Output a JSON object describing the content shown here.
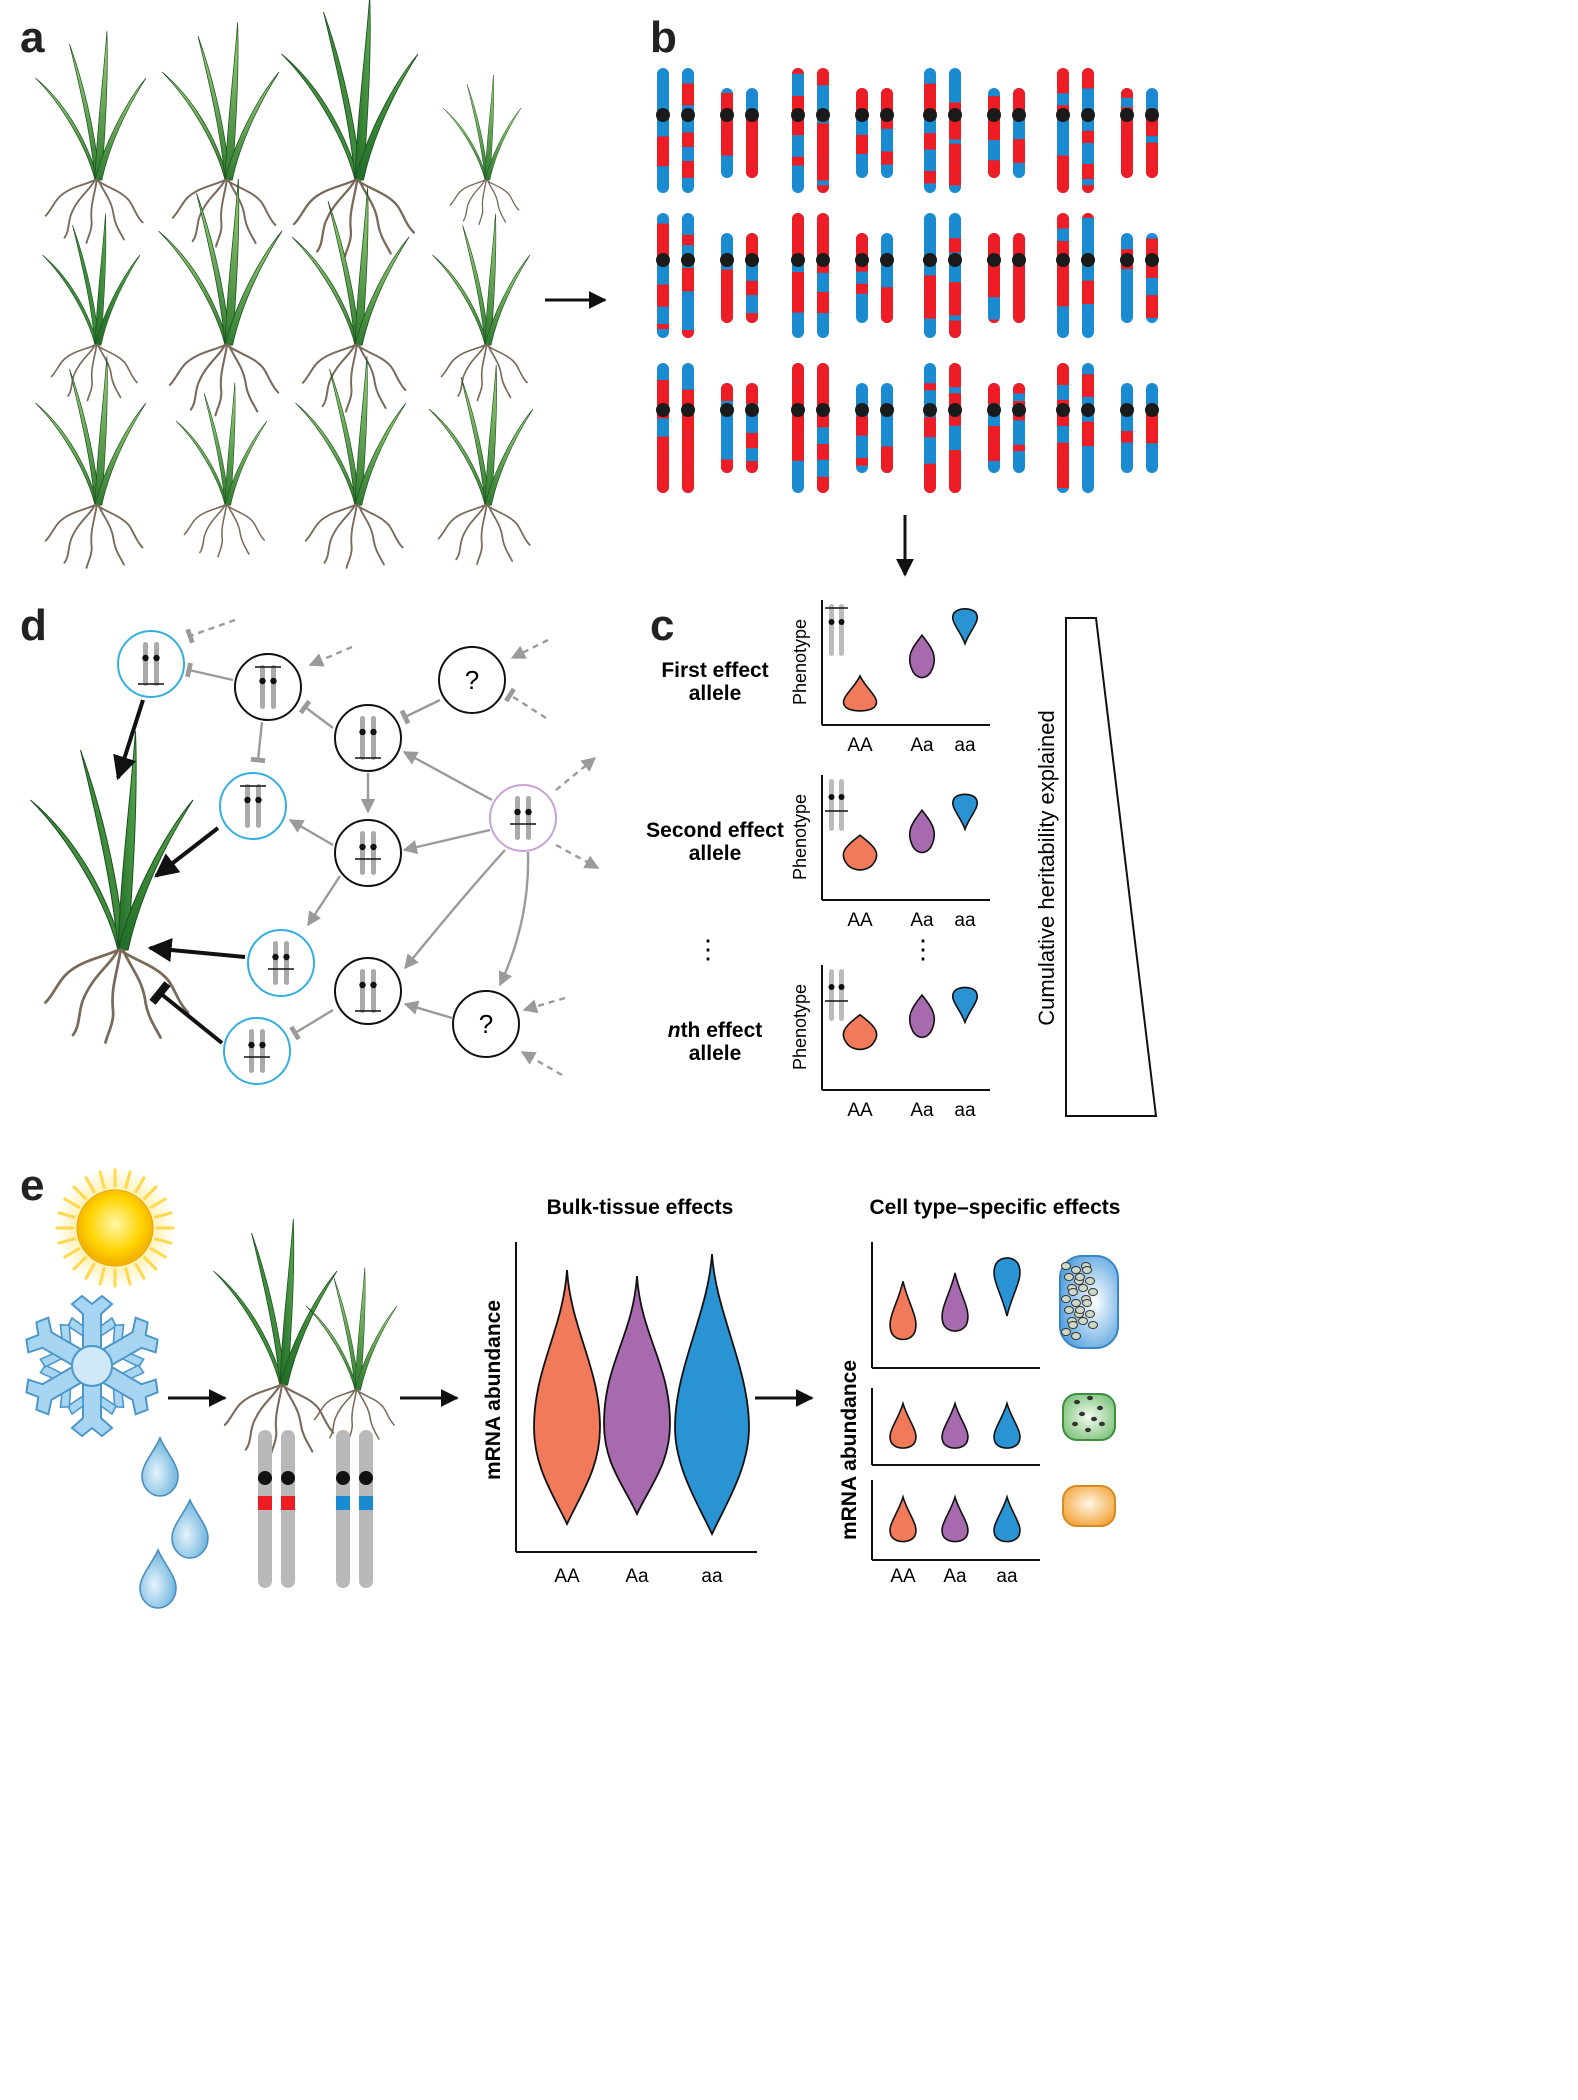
{
  "panels": {
    "a": {
      "letter": "a"
    },
    "b": {
      "letter": "b"
    },
    "c": {
      "letter": "c",
      "rows": [
        {
          "label_line1": "First effect",
          "label_line2": "allele",
          "label_italic_prefix": "",
          "ylabel": "Phenotype",
          "categories": [
            "AA",
            "Aa",
            "aa"
          ],
          "relative_levels": [
            0.2,
            0.55,
            0.85
          ]
        },
        {
          "label_line1": "Second effect",
          "label_line2": "allele",
          "label_italic_prefix": "",
          "ylabel": "Phenotype",
          "categories": [
            "AA",
            "Aa",
            "aa"
          ],
          "relative_levels": [
            0.35,
            0.55,
            0.75
          ]
        },
        {
          "label_line1": "th effect",
          "label_line2": "allele",
          "label_italic_prefix": "n",
          "ylabel": "Phenotype",
          "categories": [
            "AA",
            "Aa",
            "aa"
          ],
          "relative_levels": [
            0.45,
            0.6,
            0.72
          ]
        }
      ],
      "ellipsis": "⋮",
      "heritability_label": "Cumulative heritability explained"
    },
    "d": {
      "letter": "d",
      "unknown_label": "?"
    },
    "e": {
      "letter": "e",
      "bulk_title": "Bulk-tissue effects",
      "bulk_ylabel": "mRNA abundance",
      "bulk_categories": [
        "AA",
        "Aa",
        "aa"
      ],
      "celltype_title": "Cell type–specific effects",
      "celltype_ylabel": "mRNA abundance",
      "celltype_categories": [
        "AA",
        "Aa",
        "aa"
      ]
    }
  },
  "colors": {
    "red_allele": "#ee1c25",
    "blue_allele": "#1b8bd1",
    "AA": "#f07a5a",
    "Aa": "#a86aae",
    "aa": "#2a93d4",
    "cyan_circle": "#34aee0",
    "pink_circle": "#c9a2d3",
    "grey_arrow": "#999999",
    "leaf_dark": "#2f7d32",
    "leaf_light": "#8cc46b",
    "root": "#7a6a5a"
  },
  "icons": [
    "sun-icon",
    "snowflake-icon",
    "water-drop-icon",
    "plant-icon",
    "chromosome-icon",
    "cell-icon"
  ]
}
